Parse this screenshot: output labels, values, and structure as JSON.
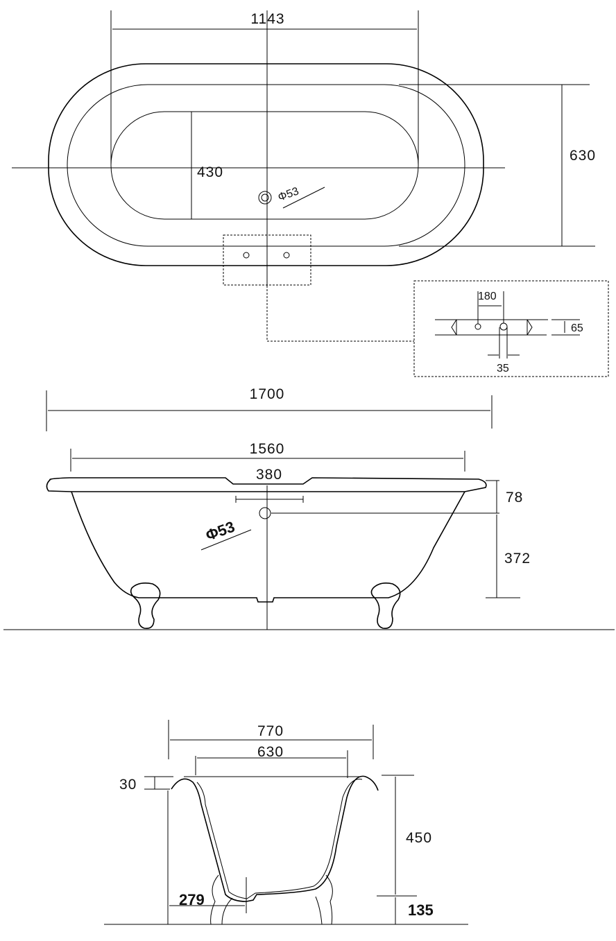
{
  "title": "Double-ended freestanding clawfoot bath dimension drawing",
  "top_view": {
    "inner_length": "1143",
    "inner_width": "430",
    "overflow_diameter": "Φ53",
    "width": "630",
    "detail": {
      "tap_spacing": "180",
      "deck_depth": "65",
      "hole_size": "35"
    }
  },
  "side_view": {
    "overall_length": "1700",
    "inner_length": "1560",
    "center_section": "380",
    "overflow_offset": "78",
    "overflow_diameter": "Φ53",
    "overflow_height": "372"
  },
  "end_view": {
    "overall_width": "770",
    "inner_width": "630",
    "rim_thickness": "30",
    "depth": "450",
    "waste_offset": "279",
    "foot_height": "135"
  },
  "colors": {
    "line": "#000000",
    "background": "#ffffff"
  }
}
